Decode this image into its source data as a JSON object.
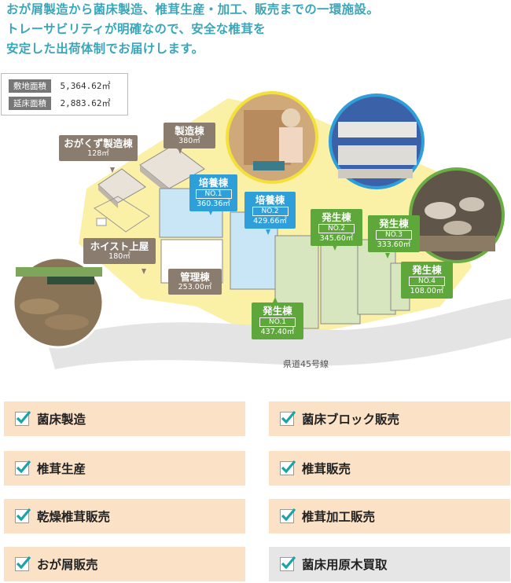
{
  "intro": {
    "line1": "おが屑製造から菌床製造、椎茸生産・加工、販売までの一環施設。",
    "line2": "トレーサビリティが明確なので、安全な椎茸を",
    "line3": "安定した出荷体制でお届けします。"
  },
  "area": {
    "site_label": "敷地面積",
    "site_value": "5,364.62㎡",
    "floor_label": "延床面積",
    "floor_value": "2,883.62㎡"
  },
  "buildings": {
    "sawdust": {
      "name": "おがくず製造棟",
      "area": "128㎡"
    },
    "manufacturing": {
      "name": "製造棟",
      "area": "380㎡"
    },
    "incubation1": {
      "name": "培養棟",
      "no": "NO.1",
      "area": "360.36㎡"
    },
    "incubation2": {
      "name": "培養棟",
      "no": "NO.2",
      "area": "429.66㎡"
    },
    "hoist": {
      "name": "ホイスト上屋",
      "area": "180㎡"
    },
    "admin": {
      "name": "管理棟",
      "area": "253.00㎡"
    },
    "growing1": {
      "name": "発生棟",
      "no": "NO.1",
      "area": "437.40㎡"
    },
    "growing2": {
      "name": "発生棟",
      "no": "NO.2",
      "area": "345.60㎡"
    },
    "growing3": {
      "name": "発生棟",
      "no": "NO.3",
      "area": "333.60㎡"
    },
    "growing4": {
      "name": "発生棟",
      "no": "NO.4",
      "area": "108.00㎡"
    }
  },
  "road": "県道45号線",
  "colors": {
    "accent": "#3aa6b9",
    "check": "#1aa3a8",
    "peach": "#fbe1c6",
    "gray": "#e6e6e6"
  },
  "services": [
    {
      "label": "菌床製造"
    },
    {
      "label": "菌床ブロック販売"
    },
    {
      "label": "椎茸生産"
    },
    {
      "label": "椎茸販売"
    },
    {
      "label": "乾燥椎茸販売"
    },
    {
      "label": "椎茸加工販売"
    },
    {
      "label": "おが屑販売"
    },
    {
      "label": "菌床用原木買取"
    }
  ]
}
